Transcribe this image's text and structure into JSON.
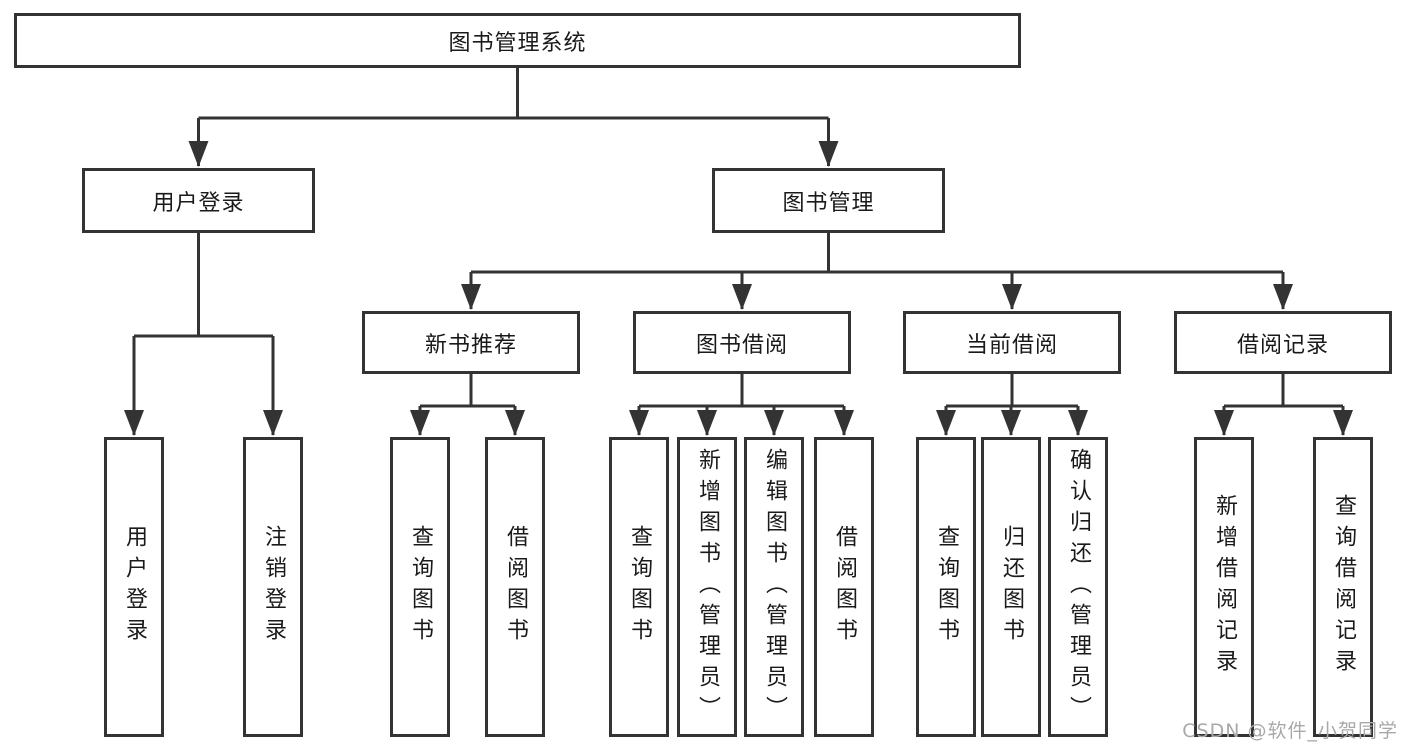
{
  "diagram": {
    "title": "图书管理系统",
    "level2": [
      {
        "label": "用户登录"
      },
      {
        "label": "图书管理"
      }
    ],
    "level3": [
      {
        "label": "新书推荐"
      },
      {
        "label": "图书借阅"
      },
      {
        "label": "当前借阅"
      },
      {
        "label": "借阅记录"
      }
    ],
    "leaves": [
      {
        "label": "用户登录"
      },
      {
        "label": "注销登录"
      },
      {
        "label": "查询图书"
      },
      {
        "label": "借阅图书"
      },
      {
        "label": "查询图书"
      },
      {
        "label": "新增图书（管理员）"
      },
      {
        "label": "编辑图书（管理员）"
      },
      {
        "label": "借阅图书"
      },
      {
        "label": "查询图书"
      },
      {
        "label": "归还图书"
      },
      {
        "label": "确认归还（管理员）"
      },
      {
        "label": "新增借阅记录"
      },
      {
        "label": "查询借阅记录"
      }
    ],
    "watermark": "CSDN @软件_小贺同学",
    "colors": {
      "line": "#333333",
      "text": "#1a1a1a",
      "watermark": "#a9a9a9",
      "background": "#ffffff"
    }
  }
}
